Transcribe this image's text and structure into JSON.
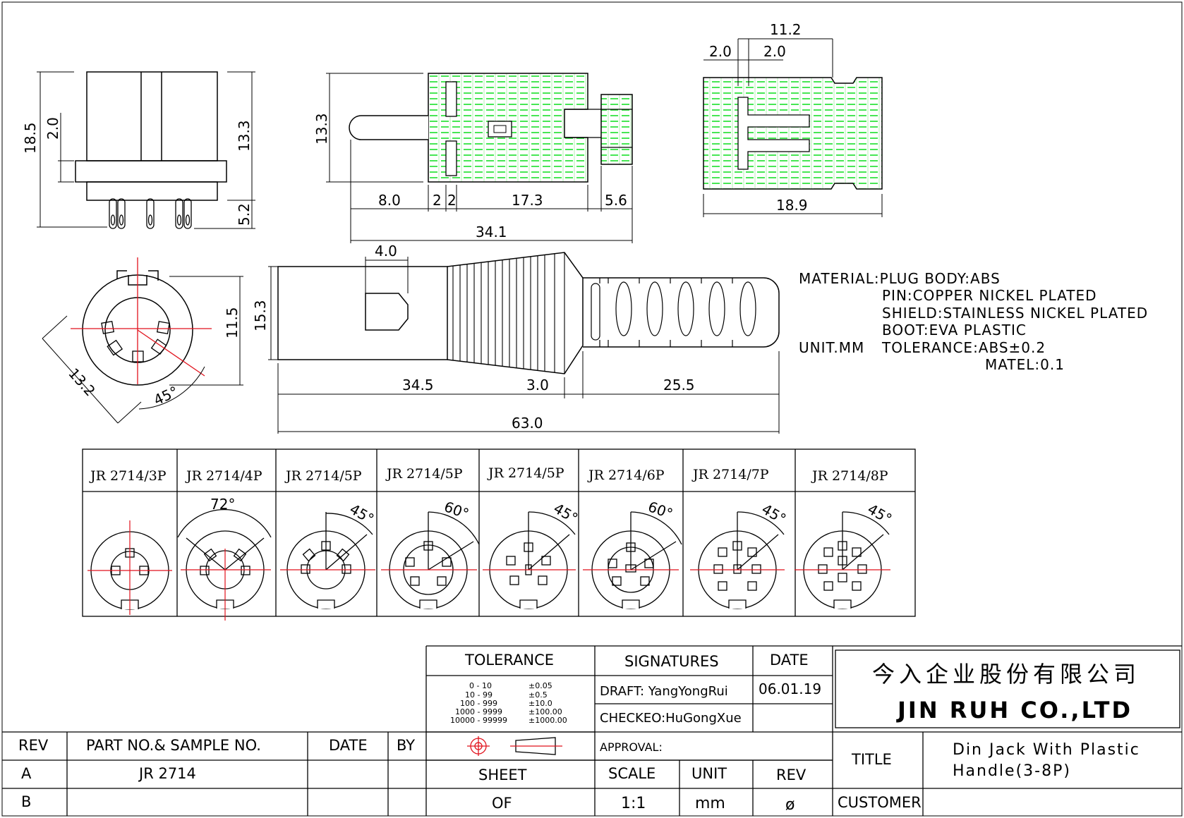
{
  "dimensions": {
    "front_height": "18.5",
    "front_flange": "2.0",
    "front_body": "13.3",
    "front_pin": "5.2",
    "side_height": "13.3",
    "side_pin_len": "8.0",
    "side_gap1": "2",
    "side_gap2": "2",
    "side_body": "17.3",
    "side_tail": "5.6",
    "side_total": "34.1",
    "top_width": "11.2",
    "top_off1": "2.0",
    "top_off2": "2.0",
    "top_len": "18.9",
    "face_height": "11.5",
    "face_diag": "13.2",
    "face_angle": "45°",
    "plug_window": "4.0",
    "plug_dia": "15.3",
    "plug_body": "34.5",
    "plug_collar": "3.0",
    "plug_boot": "25.5",
    "plug_total": "63.0"
  },
  "material": {
    "line1": "MATERIAL:PLUG BODY:ABS",
    "line2": "PIN:COPPER NICKEL PLATED",
    "line3": "SHIELD:STAINLESS NICKEL PLATED",
    "line4": "BOOT:EVA PLASTIC",
    "unit": "UNIT.MM",
    "tolerance": "TOLERANCE:ABS±0.2",
    "tolerance2": "MATEL:0.1"
  },
  "variants": [
    {
      "label": "JR 2714/3P",
      "angle": ""
    },
    {
      "label": "JR 2714/4P",
      "angle": "72°"
    },
    {
      "label": "JR 2714/5P",
      "angle": "45°"
    },
    {
      "label": "JR 2714/5P",
      "angle": "60°"
    },
    {
      "label": "JR 2714/5P",
      "angle": "45°"
    },
    {
      "label": "JR 2714/6P",
      "angle": "60°"
    },
    {
      "label": "JR 2714/7P",
      "angle": "45°"
    },
    {
      "label": "JR 2714/8P",
      "angle": "45°"
    }
  ],
  "title_block": {
    "tolerance_head": "TOLERANCE",
    "tol_rows": [
      {
        "range": "0 - 10",
        "tol": "±0.05"
      },
      {
        "range": "10 - 99",
        "tol": "±0.5"
      },
      {
        "range": "100 - 999",
        "tol": "±10.0"
      },
      {
        "range": "1000 - 9999",
        "tol": "±100.00"
      },
      {
        "range": "10000 - 99999",
        "tol": "±1000.00"
      }
    ],
    "signatures_head": "SIGNATURES",
    "date_head": "DATE",
    "draft": "DRAFT: YangYongRui",
    "draft_date": "06.01.19",
    "checked": "CHECKEO:HuGongXue",
    "approval": "APPROVAL:",
    "company_cn": "今入企业股份有限公司",
    "company_en": "JIN RUH CO.,LTD",
    "rev_head": "REV",
    "part_head": "PART NO.& SAMPLE NO.",
    "date_col": "DATE",
    "by_col": "BY",
    "row_a": "A",
    "row_a_part": "JR 2714",
    "row_b": "B",
    "sheet": "SHEET",
    "of": "OF",
    "scale_head": "SCALE",
    "scale_val": "1:1",
    "unit_head": "UNIT",
    "unit_val": "mm",
    "rev_head2": "REV",
    "rev_val": "ø",
    "title_head": "TITLE",
    "title_line1": "Din Jack With Plastic",
    "title_line2": "Handle(3-8P)",
    "customer_head": "CUSTOMER"
  }
}
